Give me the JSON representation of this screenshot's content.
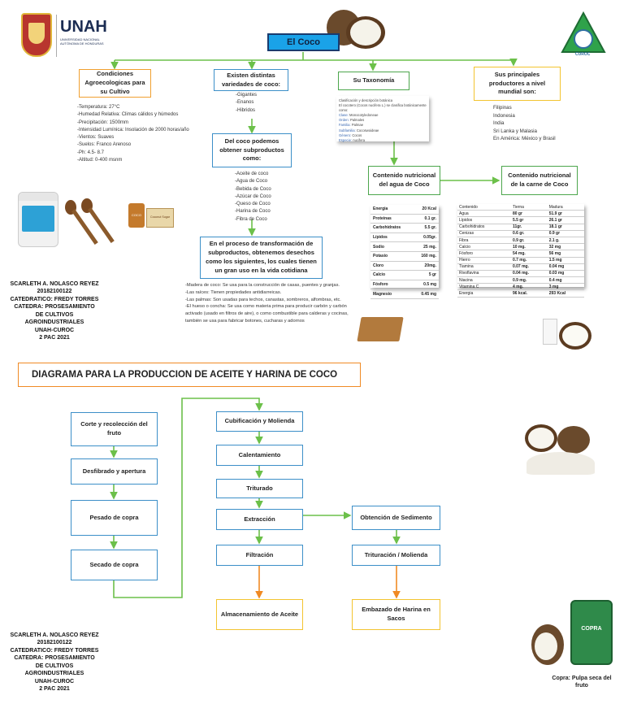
{
  "header": {
    "org_name": "UNAH",
    "org_subtitle_1": "UNIVERSIDAD NACIONAL",
    "org_subtitle_2": "AUTÓNOMA DE HONDURAS",
    "main_title": "El Coco",
    "right_logo_text": "CUROC"
  },
  "branches": {
    "conditions": {
      "title": "Condiciones Agroecologicas para su Cultivo",
      "items": [
        "-Temperatura: 27°C",
        "-Humedad Relativa: Climas cálidos y húmedos",
        "-Precipitación: 1500mm",
        "-Intensidad Lumínica: Insolación de 2000 horas/año",
        "-Vientos: Suaves",
        "-Suelos: Franco Arenoso",
        "-Ph: 4.5- 8.7",
        "-Altitud: 0-400 msnm"
      ]
    },
    "varieties": {
      "title": "Existen distintas variedades de coco:",
      "items": [
        "-Gigantes",
        "-Enanos",
        "-Hibridos"
      ],
      "subproducts_title": "Del coco podemos obtener subproductos como:",
      "subproducts": [
        "-Aceite de coco",
        "-Agua de Coco",
        "-Bebida de Coco",
        "-Azúcar de Coco",
        "-Queso de Coco",
        "-Harina de Coco",
        "-Fibra de Coco"
      ],
      "process_title": "En el proceso de transformación de subproductos, obtenemos desechos como los siguientes, los cuales tienen un gran uso en la vida cotidiana",
      "process_items": [
        "-Madera de coco: Se usa para la construcción de casas, puentes y granjas.",
        "-Las raíces: Tienen propiedades antidiarreicas.",
        "-Las palmas: Son usadas para techos, canastas, sombreros, alfombras, etc.",
        "-El hueso o concha: Se usa como materia prima para producir carbón y carbón activado (usado en filtros de aire), o como combustible para calderas y cocinas, también se usa para fabricar botones, cucharas y adornos"
      ]
    },
    "taxonomy": {
      "title": "Su Taxonomía",
      "heading": "Clasificación y descripción botánica",
      "intro": "El cocotero (Cocos nucifera L.) se clasifica botánicamente como:",
      "rows": [
        {
          "k": "Clase:",
          "v": "Monocotyledoneae"
        },
        {
          "k": "Orden:",
          "v": "Palmales"
        },
        {
          "k": "Familia:",
          "v": "Palmae"
        },
        {
          "k": "Subfamilia:",
          "v": "Cocoswoideae"
        },
        {
          "k": "Género:",
          "v": "Cocos"
        },
        {
          "k": "Especie:",
          "v": "nucifera"
        }
      ],
      "water_title": "Contenido nutricional del agua de Coco",
      "water_table": [
        {
          "k": "Energia",
          "v": "20 Kcal"
        },
        {
          "k": "Proteinas",
          "v": "0.1 gr."
        },
        {
          "k": "Carbohidratos",
          "v": "5.5 gr."
        },
        {
          "k": "Lípidos",
          "v": "0.05gr."
        },
        {
          "k": "Sodio",
          "v": "25 mg."
        },
        {
          "k": "Potasio",
          "v": "160 mg."
        },
        {
          "k": "Cloro",
          "v": "20mg."
        },
        {
          "k": "Calcio",
          "v": "5 gr"
        },
        {
          "k": "Fósforo",
          "v": "0.5 mg"
        },
        {
          "k": "Magnesio",
          "v": "0.45 mg"
        }
      ],
      "meat_title": "Contenido nutricional de la carne de Coco",
      "meat_headers": [
        "Contenido",
        "Tierna",
        "Madura"
      ],
      "meat_table": [
        [
          "Agua",
          "80 gr",
          "51.9 gr"
        ],
        [
          "Lípidos",
          "5.5 gr",
          "26.1 gr"
        ],
        [
          "Carbohidratos",
          "11gr.",
          "18.1 gr"
        ],
        [
          "Cenizas",
          "0.6 gr.",
          "0.9 gr"
        ],
        [
          "Fibra",
          "0.9 gr.",
          "2.1 g."
        ],
        [
          "Calcio",
          "10 mg.",
          "32 mg"
        ],
        [
          "Fósforo",
          "54 mg.",
          "56 mg"
        ],
        [
          "Hierro",
          "0.7 mg.",
          "1.5 mg"
        ],
        [
          "Tiamina",
          "0.07 mg.",
          "0.04 mg"
        ],
        [
          "Rivoflavina",
          "0.04 mg.",
          "0.03 mg"
        ],
        [
          "Niacina",
          "0.9 mg.",
          "0.4 mg"
        ],
        [
          "Vitamina C",
          "4 mg.",
          "3 mg"
        ],
        [
          "Energia",
          "96 kcal.",
          "293 Kcal"
        ]
      ]
    },
    "producers": {
      "title": "Sus principales productores a nivel mundial son:",
      "items": [
        "Filipinas",
        "Indonesia",
        "India",
        "Sri Lanka y Malasia",
        "En América: México y Brasil"
      ]
    }
  },
  "author": {
    "name": "SCARLETH A. NOLASCO REYEZ",
    "id": "20182100122",
    "teacher": "CATEDRATICO: FREDY TORRES",
    "course": "CATEDRA: PROSESAMIENTO DE CULTIVOS AGROINDUSTRIALES",
    "campus": "UNAH-CUROC",
    "period": "2 PAC 2021"
  },
  "images": {
    "jar_label": "COCO",
    "brown_box_label": "Coconut Sugar"
  },
  "diagram": {
    "title": "DIAGRAMA PARA LA PRODUCCION DE ACEITE Y HARINA DE COCO",
    "left_steps": [
      "Corte y recolección del fruto",
      "Desfibrado y apertura",
      "Pesado de copra",
      "Secado de copra"
    ],
    "center_steps": [
      "Cubificación y Molienda",
      "Calentamiento",
      "Triturado",
      "Extracción",
      "Filtración"
    ],
    "center_final": "Almacenamiento de Aceite",
    "right_steps": [
      "Obtención de Sedimento",
      "Trituración / Molienda"
    ],
    "right_final": "Embazado de Harina en Sacos",
    "copra_label": "COPRA",
    "copra_caption": "Copra: Pulpa seca del fruto"
  }
}
